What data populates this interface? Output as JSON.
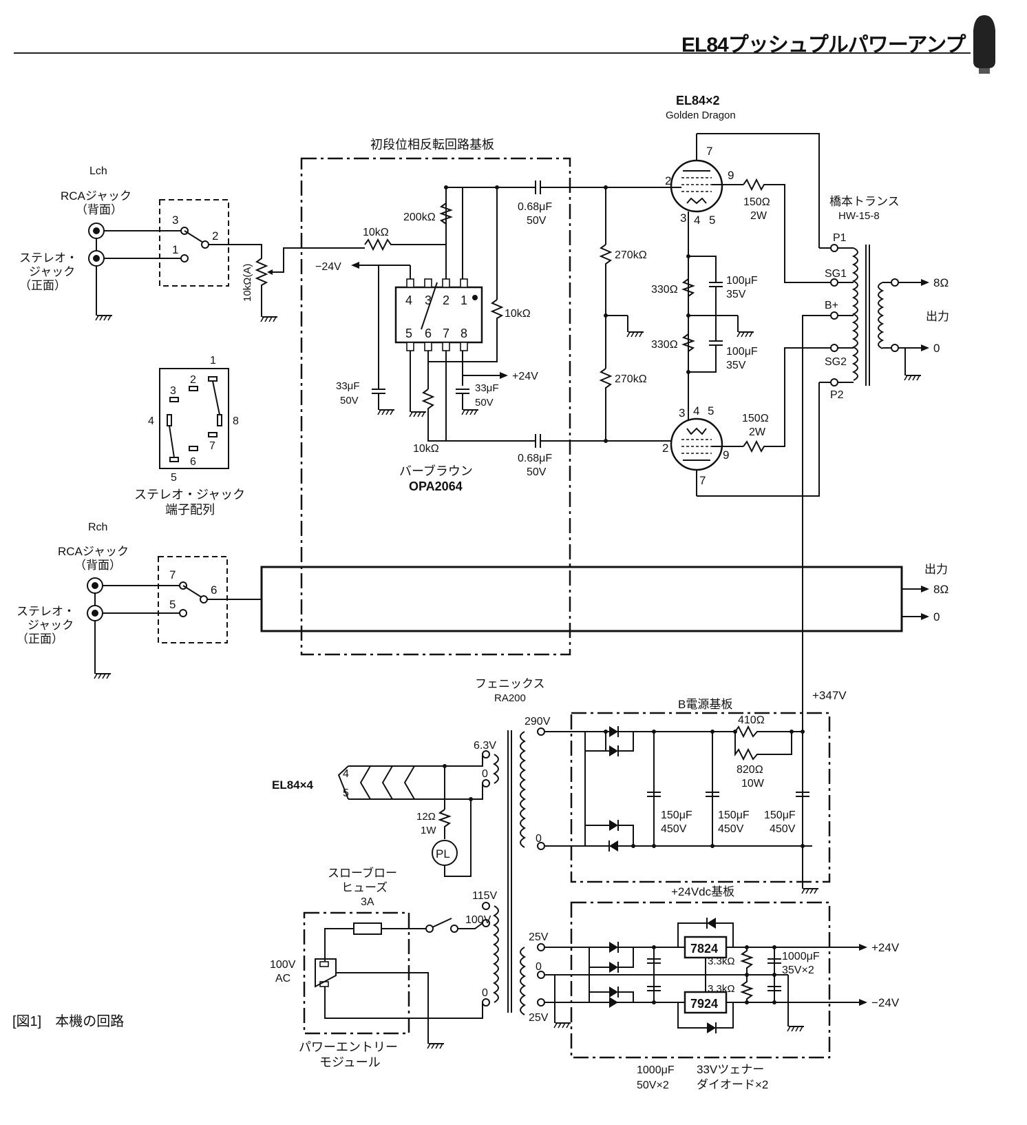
{
  "header": {
    "title": "EL84プッシュプルパワーアンプ"
  },
  "caption": "[図1]　本機の回路",
  "input_lch": {
    "channel": "Lch",
    "rca_label": "RCAジャック",
    "rca_sub": "（背面）",
    "stereo_label_1": "ステレオ・",
    "stereo_label_2": "ジャック",
    "stereo_sub": "（正面）",
    "sw_pins": [
      "3",
      "1",
      "2"
    ],
    "volume": "10kΩ(A)"
  },
  "input_rch": {
    "channel": "Rch",
    "rca_label": "RCAジャック",
    "rca_sub": "（背面）",
    "stereo_label_1": "ステレオ・",
    "stereo_label_2": "ジャック",
    "stereo_sub": "（正面）",
    "sw_pins": [
      "7",
      "5",
      "6"
    ]
  },
  "jack_pinout": {
    "pins": [
      "1",
      "2",
      "3",
      "4",
      "5",
      "6",
      "7",
      "8"
    ],
    "label_1": "ステレオ・ジャック",
    "label_2": "端子配列"
  },
  "driver_board": {
    "title": "初段位相反転回路基板",
    "r_input": "10kΩ",
    "r_200k": "200kΩ",
    "r_fb1": "10kΩ",
    "r_fb2": "10kΩ",
    "neg_rail": "−24V",
    "pos_rail": "+24V",
    "cap_neg_1": "33μF",
    "cap_neg_2": "50V",
    "cap_pos_1": "33μF",
    "cap_pos_2": "50V",
    "opamp_pins_top": [
      "4",
      "3",
      "2",
      "1"
    ],
    "opamp_pins_bottom": [
      "5",
      "6",
      "7",
      "8"
    ],
    "opamp_maker": "バーブラウン",
    "opamp_part": "OPA2064"
  },
  "coupling": {
    "c1_1": "0.68μF",
    "c1_2": "50V",
    "c2_1": "0.68μF",
    "c2_2": "50V",
    "grid_r1": "270kΩ",
    "grid_r2": "270kΩ"
  },
  "output_stage": {
    "tube_label_1": "EL84×2",
    "tube_label_2": "Golden Dragon",
    "top_pins": [
      "7",
      "2",
      "9",
      "3",
      "4",
      "5"
    ],
    "bottom_pins": [
      "3",
      "4",
      "5",
      "2",
      "9",
      "7"
    ],
    "sg_r1_1": "150Ω",
    "sg_r1_2": "2W",
    "sg_r2_1": "150Ω",
    "sg_r2_2": "2W",
    "rk1": "330Ω",
    "rk2": "330Ω",
    "ck1_1": "100μF",
    "ck1_2": "35V",
    "ck2_1": "100μF",
    "ck2_2": "35V"
  },
  "output_transformer": {
    "maker": "橋本トランス",
    "model": "HW-15-8",
    "taps": [
      "P1",
      "SG1",
      "B+",
      "SG2",
      "P2"
    ],
    "out_8": "8Ω",
    "out_0": "0",
    "out_label": "出力"
  },
  "rch_block": {
    "out_label": "出力",
    "out_8": "8Ω",
    "out_0": "0"
  },
  "power_transformer": {
    "maker": "フェニックス",
    "model": "RA200",
    "taps": [
      "290V",
      "0",
      "6.3V",
      "0",
      "115V",
      "100V",
      "0",
      "25V",
      "0",
      "25V"
    ]
  },
  "heater": {
    "tubes": "EL84×4",
    "pins": [
      "4",
      "5"
    ],
    "pl_r_1": "12Ω",
    "pl_r_2": "1W",
    "pilot": "PL"
  },
  "fuse": {
    "label_1": "スローブロー",
    "label_2": "ヒューズ",
    "rating": "3A"
  },
  "ac_inlet": {
    "voltage_1": "100V",
    "voltage_2": "AC",
    "label_1": "パワーエントリー",
    "label_2": "モジュール"
  },
  "b_supply": {
    "title": "B電源基板",
    "out": "+347V",
    "r1": "410Ω",
    "r2_1": "820Ω",
    "r2_2": "10W",
    "caps": [
      {
        "value": "150μF",
        "voltage": "450V"
      },
      {
        "value": "150μF",
        "voltage": "450V"
      },
      {
        "value": "150μF",
        "voltage": "450V"
      }
    ]
  },
  "dc24_supply": {
    "title": "+24Vdc基板",
    "reg_pos": "7824",
    "reg_neg": "7924",
    "r1": "3.3kΩ",
    "r2": "3.3kΩ",
    "cap_out_1": "1000μF",
    "cap_out_2": "35V×2",
    "out_pos": "+24V",
    "out_neg": "−24V",
    "cap_in_1": "1000μF",
    "cap_in_2": "50V×2",
    "zener_1": "33Vツェナー",
    "zener_2": "ダイオード×2"
  }
}
